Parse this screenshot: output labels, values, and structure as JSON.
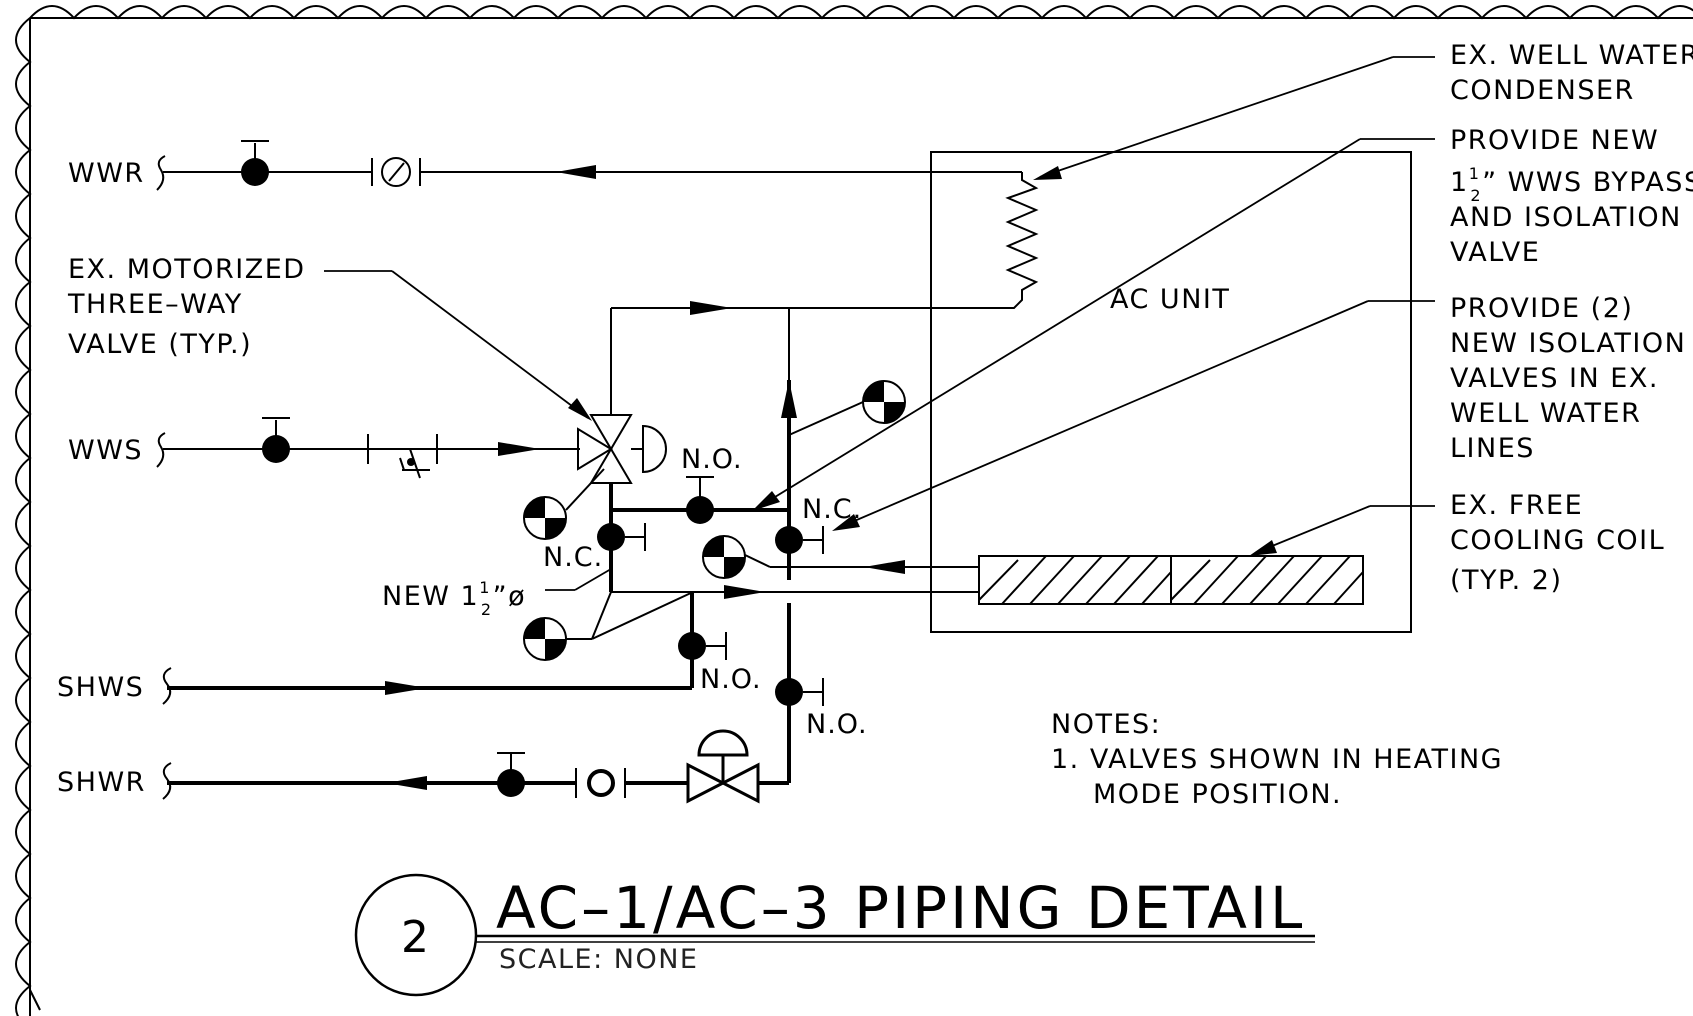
{
  "lines": {
    "wwr": "WWR",
    "wws": "WWS",
    "shws": "SHWS",
    "shwr": "SHWR"
  },
  "labels": {
    "motorized_valve": [
      "EX. MOTORIZED",
      "THREE–WAY",
      "VALVE (TYP.)"
    ],
    "ac_unit": "AC UNIT",
    "new_pipe_prefix": "NEW 1",
    "new_pipe_num": "1",
    "new_pipe_den": "2",
    "new_pipe_suffix": "”ø",
    "no_top": "N.O.",
    "nc_right": "N.C.",
    "nc_left": "N.C.",
    "no_mid": "N.O.",
    "no_low": "N.O."
  },
  "callouts": {
    "condenser": [
      "EX. WELL WATER",
      "CONDENSER"
    ],
    "bypass_line1": "PROVIDE NEW",
    "bypass_pre": "1",
    "bypass_num": "1",
    "bypass_den": "2",
    "bypass_post": "” WWS BYPASS",
    "bypass_rest": [
      "AND ISOLATION",
      "VALVE"
    ],
    "isolation": [
      "PROVIDE (2)",
      "NEW ISOLATION",
      "VALVES IN EX.",
      "WELL WATER",
      "LINES"
    ],
    "cooling_coil": [
      "EX. FREE",
      "COOLING COIL",
      "(TYP. 2)"
    ]
  },
  "notes": {
    "heading": "NOTES:",
    "items": [
      "1. VALVES SHOWN IN HEATING",
      "MODE POSITION."
    ]
  },
  "title_block": {
    "detail_number": "2",
    "title": "AC–1/AC–3 PIPING DETAIL",
    "scale": "SCALE: NONE"
  }
}
